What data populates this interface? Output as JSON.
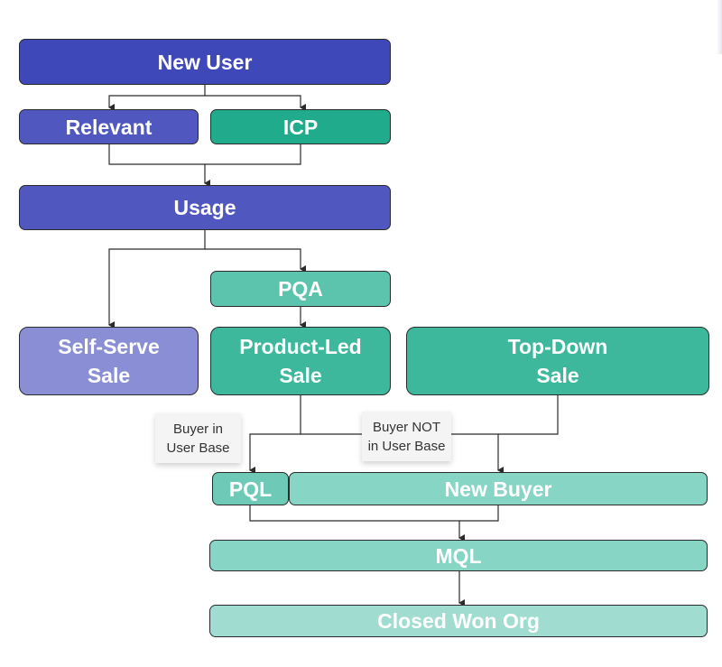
{
  "diagram": {
    "nodes": {
      "new_user": "New User",
      "relevant": "Relevant",
      "icp": "ICP",
      "usage": "Usage",
      "pqa": "PQA",
      "self_serve": "Self-Serve\nSale",
      "product_led": "Product-Led\nSale",
      "top_down": "Top-Down\nSale",
      "pql": "PQL",
      "new_buyer": "New Buyer",
      "mql": "MQL",
      "closed_won": "Closed Won Org"
    },
    "notes": {
      "buyer_in": "Buyer in\nUser Base",
      "buyer_not": "Buyer NOT\nin User Base"
    }
  },
  "colors": {
    "indigo_dark": "#3f48b8",
    "indigo": "#5058c0",
    "indigo_light": "#8a8ed4",
    "teal_dark": "#1fab8c",
    "teal": "#3db89d",
    "teal_mid": "#5cc3ad",
    "teal_light": "#86d5c5",
    "teal_pale": "#a0ddd0",
    "line": "#2b2b2b"
  }
}
